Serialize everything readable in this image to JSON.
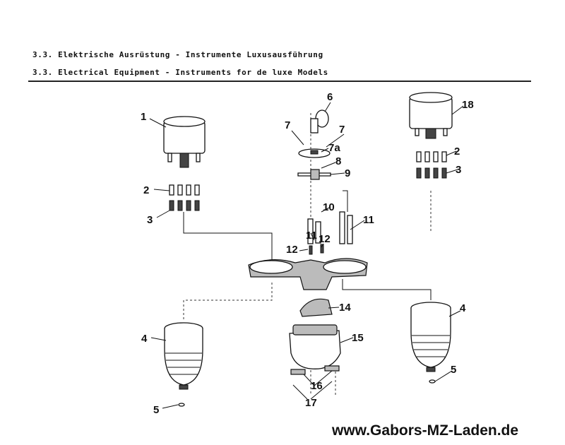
{
  "header": {
    "title_de": "3.3. Elektrische Ausrüstung - Instrumente Luxusausführung",
    "title_en": "3.3. Electrical Equipment - Instruments for de luxe Models"
  },
  "callouts": [
    "1",
    "2",
    "3",
    "4",
    "5",
    "6",
    "7",
    "7",
    "7a",
    "8",
    "9",
    "10",
    "11",
    "12",
    "12",
    "11",
    "14",
    "15",
    "16",
    "17",
    "18",
    "2",
    "3",
    "4",
    "5"
  ],
  "watermark": "www.Gabors-MZ-Laden.de"
}
